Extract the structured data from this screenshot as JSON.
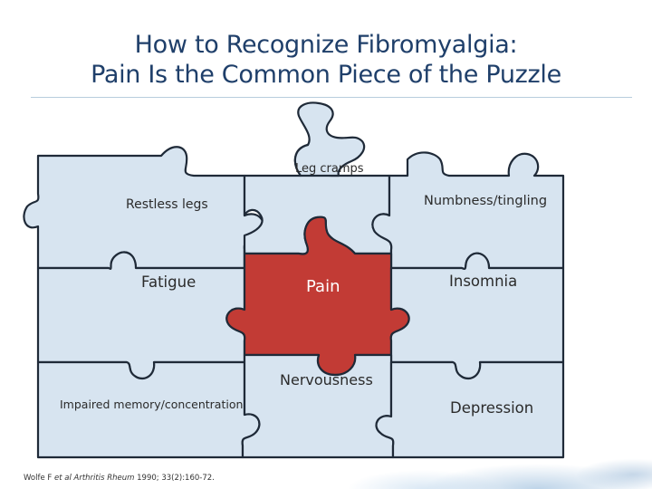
{
  "title": {
    "line1": "How to Recognize Fibromyalgia:",
    "line2": "Pain Is the Common Piece of the Puzzle"
  },
  "pieces": {
    "leg_cramps": "Leg cramps",
    "restless_legs": "Restless legs",
    "numbness": "Numbness/tingling",
    "fatigue": "Fatigue",
    "pain": "Pain",
    "insomnia": "Insomnia",
    "nervousness": "Nervousness",
    "memory": "Impaired memory/concentration",
    "depression": "Depression"
  },
  "citation": {
    "authors": "Wolfe F ",
    "etal": "et al",
    "space": " ",
    "journal": "Arthritis Rheum",
    "ref": " 1990; 33(2):160-72."
  },
  "colors": {
    "pain_piece": "#c23b35",
    "other_pieces": "#d7e4f0",
    "title_text": "#1f3f6a"
  }
}
